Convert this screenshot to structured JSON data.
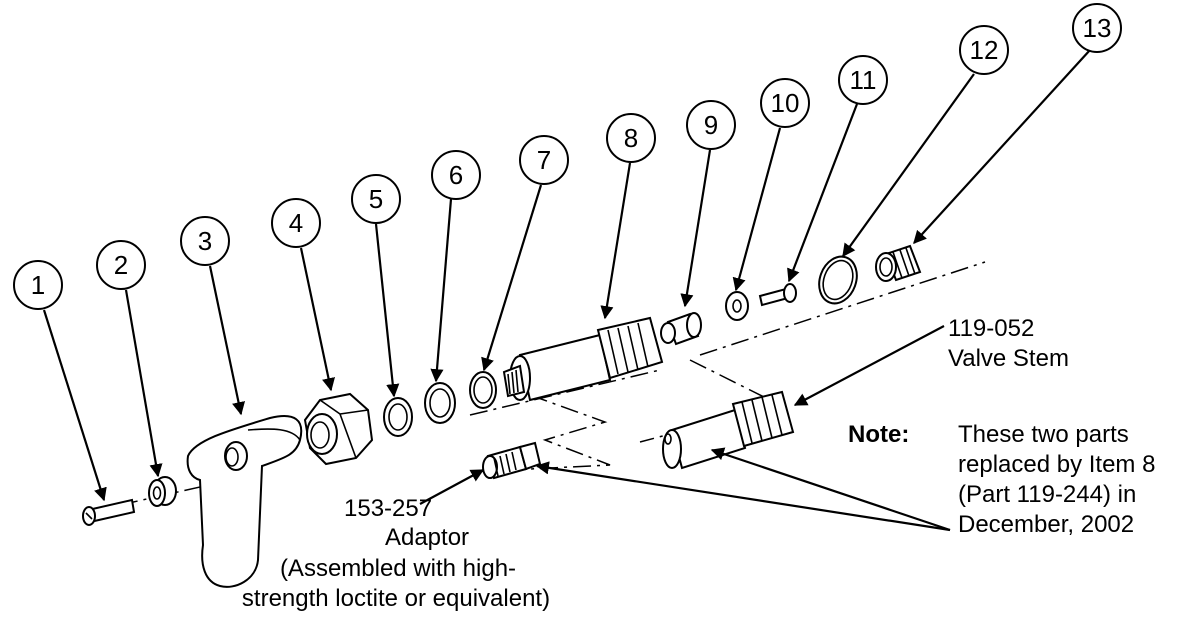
{
  "callouts": [
    "1",
    "2",
    "3",
    "4",
    "5",
    "6",
    "7",
    "8",
    "9",
    "10",
    "11",
    "12",
    "13"
  ],
  "valve_stem": {
    "part_number": "119-052",
    "name": "Valve Stem"
  },
  "adaptor": {
    "part_number": "153-257",
    "name": "Adaptor",
    "note_line1": "(Assembled with high-",
    "note_line2": "strength loctite or equivalent)"
  },
  "note": {
    "label": "Note:",
    "line1": "These two parts",
    "line2": "replaced by Item 8",
    "line3": "(Part 119-244) in",
    "line4": "December, 2002"
  }
}
